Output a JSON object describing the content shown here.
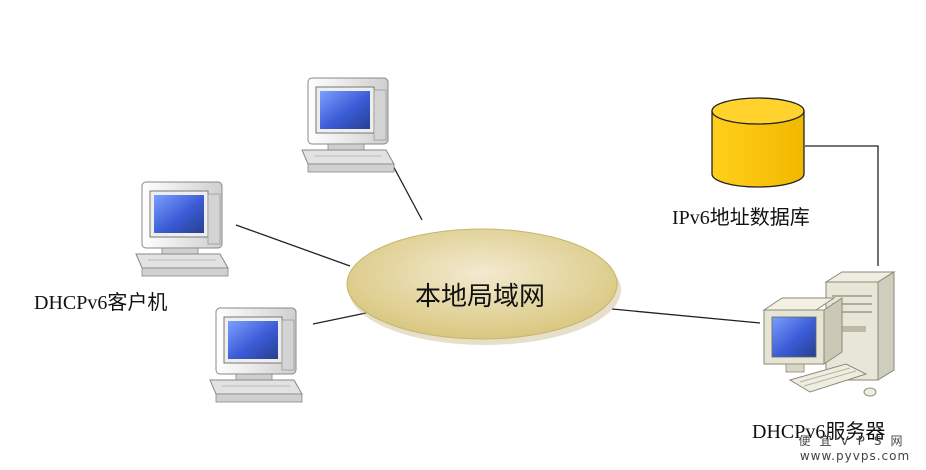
{
  "labels": {
    "lan": "本地局域网",
    "client": "DHCPv6客户机",
    "database": "IPv6地址数据库",
    "server": "DHCPv6服务器"
  },
  "watermark": {
    "line1": "便宜VPS网",
    "line2": "www.pyvps.com"
  },
  "colors": {
    "lan_fill": "#e6d79a",
    "db_fill": "#ffc800",
    "screen": "#3b5bd6",
    "monitor_body": "#e9e9e9"
  }
}
